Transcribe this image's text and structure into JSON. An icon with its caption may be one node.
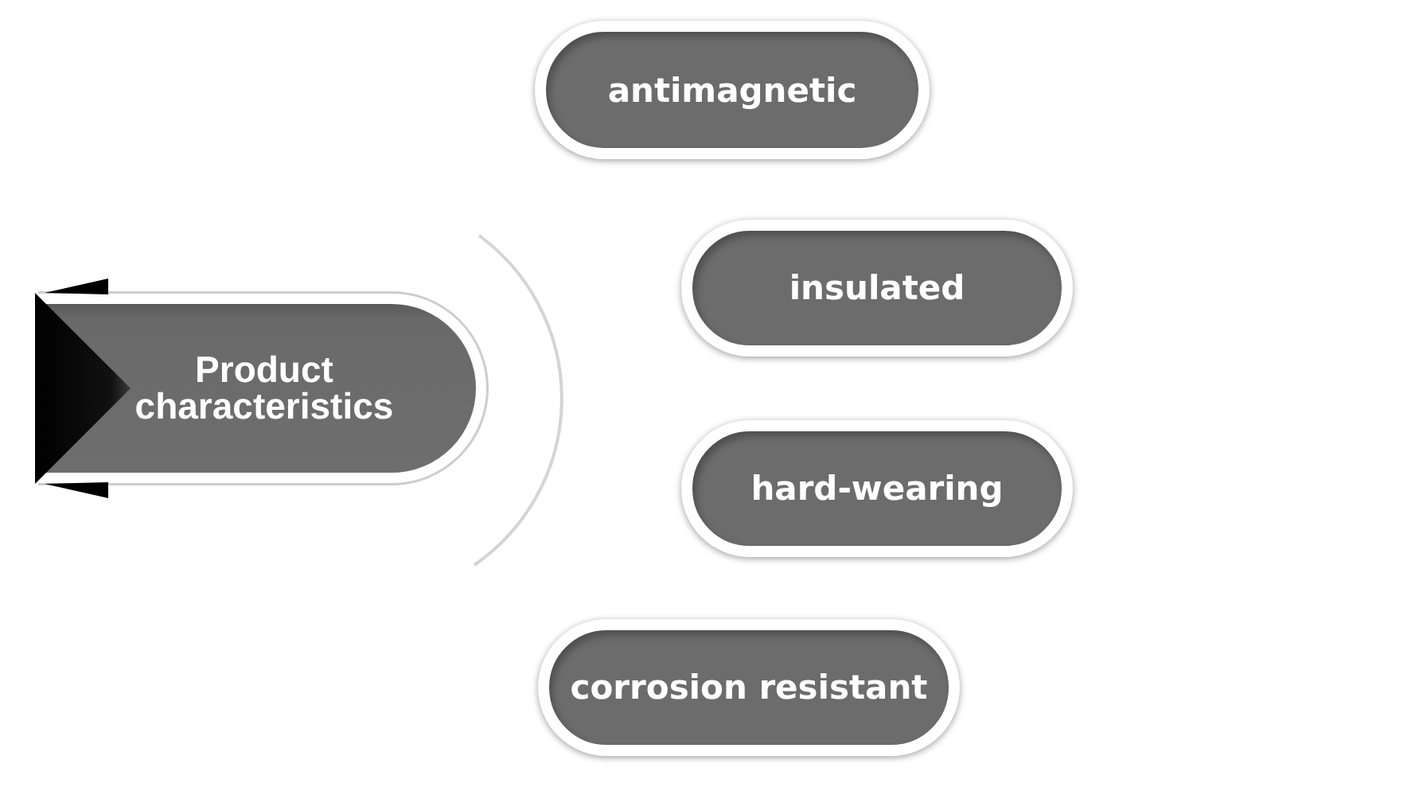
{
  "diagram": {
    "nodes": [
      {
        "text": [
          "Product characteristics"
        ]
      },
      {
        "text": [
          "antimagnetic"
        ]
      },
      {
        "text": [
          "insulated"
        ]
      },
      {
        "text": [
          "hard-wearing"
        ]
      },
      {
        "text": [
          "corrosion resistant"
        ]
      }
    ]
  }
}
